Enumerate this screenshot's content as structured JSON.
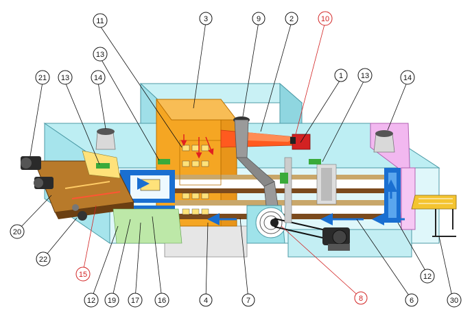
{
  "callouts": {
    "c1": "1",
    "c2": "2",
    "c3": "3",
    "c4": "4",
    "c6": "6",
    "c7": "7",
    "c8": "8",
    "c9": "9",
    "c10": "10",
    "c11": "11",
    "c12a": "12",
    "c12b": "12",
    "c13a": "13",
    "c13b": "13",
    "c13c": "13",
    "c14a": "14",
    "c14b": "14",
    "c15": "15",
    "c16": "16",
    "c17": "17",
    "c19": "19",
    "c20": "20",
    "c21": "21",
    "c22": "22",
    "c30": "30"
  },
  "colors": {
    "housing": "#aeeaf0",
    "housing_dark": "#7fd3de",
    "insulation": "#f5a623",
    "insulation_dark": "#e08a10",
    "duct": "#9a9a9a",
    "flame": "#ff5a1f",
    "conveyor": "#b87a2a",
    "belt_dark": "#6b3f12",
    "bake_chamber": "#1a6fd1",
    "chamber_inner": "#ffffff",
    "fan": "#9fe3ea",
    "cooling_zone": "#f2b8f0",
    "product": "#f4c430",
    "callout_red": "#d22222",
    "callout_black": "#111111"
  },
  "icons": [
    "chimney-icon",
    "fan-icon",
    "motor-icon",
    "burner-icon",
    "airflow-arrow-icon"
  ]
}
